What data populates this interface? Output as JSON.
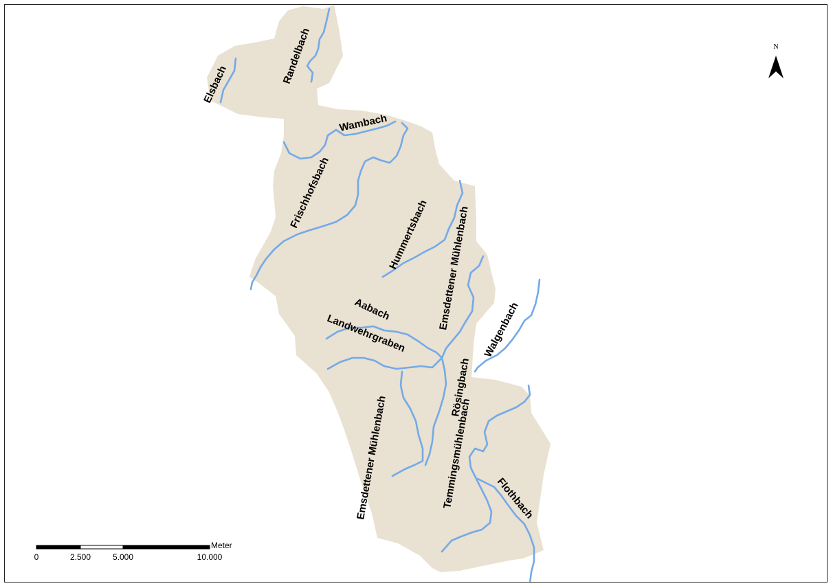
{
  "map": {
    "basin_color": "#e9e1d1",
    "river_color": "#74a9e8",
    "labels": {
      "elsbach": "Elsbach",
      "randelbach": "Randelbach",
      "wambach": "Wambach",
      "frischhofsbach": "Frischhofsbach",
      "hummertsbach": "Hummertsbach",
      "emsdettener_muehlenbach_north": "Emsdettener Mühlenbach",
      "aabach": "Aabach",
      "landwehrgraben": "Landwehrgraben",
      "walgenbach": "Walgenbach",
      "roesingbach": "Rösingbach",
      "emsdettener_muehlenbach_south": "Emsdettener Mühlenbach",
      "temmingsmuehlenbach": "Temmingsmühlenbach",
      "flothbach": "Flothbach"
    }
  },
  "north_arrow": {
    "letter": "N",
    "icon": "north-arrow-icon"
  },
  "scale_bar": {
    "unit": "Meter",
    "ticks": [
      "0",
      "2.500",
      "5.000",
      "10.000"
    ]
  }
}
